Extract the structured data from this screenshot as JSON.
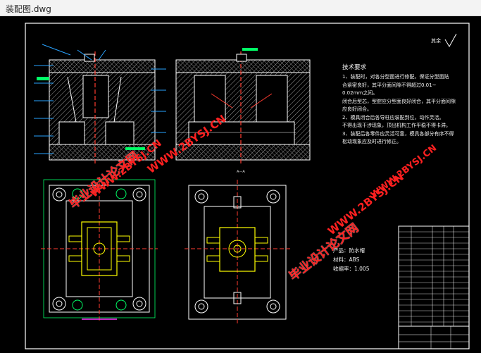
{
  "window": {
    "title": "装配图.dwg"
  },
  "technical_requirements": {
    "heading": "技术要求",
    "lines": [
      "1、装配时，对各分型面进行修配，保证分型面贴",
      "合紧密良好，其平分面间隙不得超过0.01~",
      "0.02mm之间。",
      "闭合后型芯，型腔应分型面良好闭合，其平分面间隙",
      "应良好闭合。",
      "2、模具闭合后各导柱应装配到位，动作灵活。",
      "不得出现干涉现象，顶出机构工作平稳不得卡滞。",
      "3、装配后各零件应灵活可靠，模具各部分有序不得",
      "松动现象应及时进行修正。"
    ]
  },
  "product_info": {
    "product_label": "产品：",
    "product_value": "防水帽",
    "material_label": "材料：",
    "material_value": "ABS",
    "shrink_label": "收缩率：",
    "shrink_value": "1.005"
  },
  "roughness": {
    "label": "其余"
  },
  "section_label": {
    "text": "A—A"
  },
  "watermarks": {
    "site": "WWW.2BYSJ.CN",
    "brand": "毕业设计论文网"
  },
  "colors": {
    "background": "#000000",
    "border": "#ffffff",
    "geometry": "#ffffff",
    "hatch": "#bdbdbd",
    "centerline": "#ff3b30",
    "highlight": "#ffff00",
    "dimension": "#00ff66",
    "leader": "#29a3ff",
    "watermark": "#ff1f1f",
    "magenta": "#ff33ff"
  }
}
